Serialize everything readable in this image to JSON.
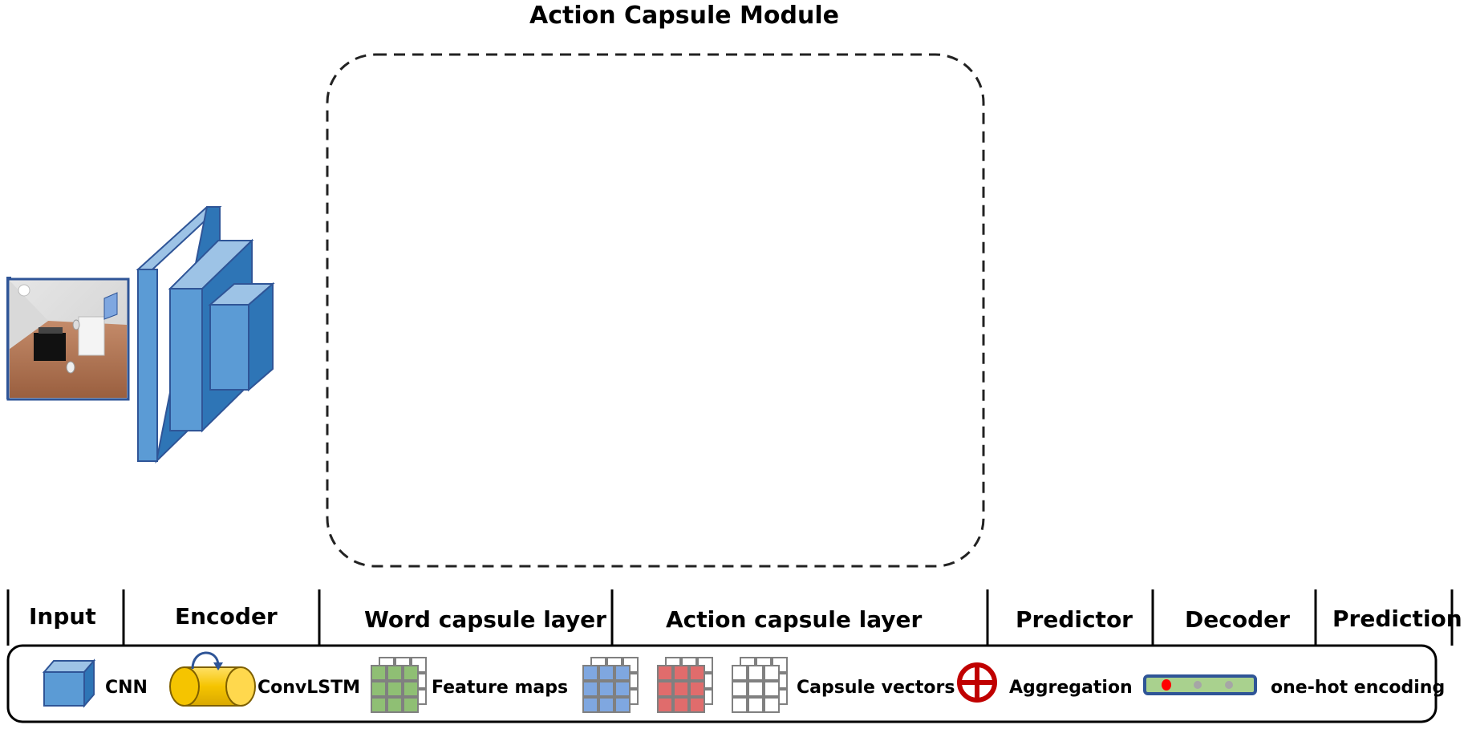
{
  "diagram": {
    "title": "Action Capsule Module",
    "stages": [
      "Input",
      "Encoder",
      "Word capsule layer",
      "Action capsule layer",
      "Predictor",
      "Decoder",
      "Prediction"
    ],
    "legend": {
      "cnn": "CNN",
      "convlstm": "ConvLSTM",
      "feature_maps": "Feature maps",
      "capsule_vectors": "Capsule vectors",
      "aggregation": "Aggregation",
      "one_hot": "one-hot encoding"
    },
    "colors": {
      "cnn_blue": "#5b9bd5",
      "convlstm_yellow": "#f5c400",
      "feature_green": "#8fbf74",
      "capsule_blue": "#7fa7e0",
      "capsule_red": "#e06c6c",
      "aggregation_red": "#c00000",
      "onehot_green": "#a9d18e",
      "onehot_border": "#2f5597"
    }
  }
}
